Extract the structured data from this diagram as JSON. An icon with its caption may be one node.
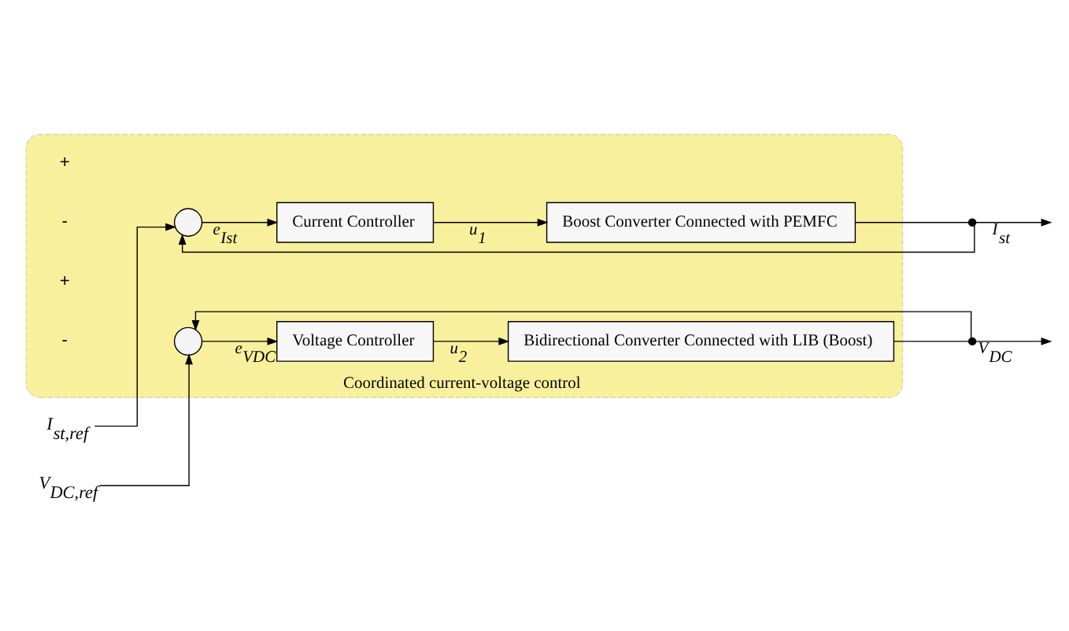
{
  "diagram": {
    "nodes": [
      {
        "text": [
          "Coordinated current-voltage control"
        ]
      },
      {
        "text": [
          "I$_{st,ref}$"
        ]
      },
      {
        "text": [],
        "shape": "circle",
        "in": 0
      },
      {
        "text": [
          "Current Controller"
        ],
        "in": 0
      },
      {
        "text": [
          "Boost Converter Connected with PEMFC"
        ],
        "in": 0
      },
      {
        "text": [],
        "shape": "dot"
      },
      {
        "text": [
          "V$_{DC,ref}$"
        ]
      },
      {
        "text": [],
        "shape": "circle",
        "in": 0
      },
      {
        "text": [
          "Voltage Controller"
        ],
        "in": 0
      },
      {
        "text": [
          "Bidirectional Converter Connected with LIB (Boost)"
        ],
        "in": 0
      },
      {
        "text": [],
        "shape": "dot"
      }
    ],
    "edges": [
      {
        "from": 1,
        "to": 2,
        "arrow": "to"
      },
      {
        "from": 2,
        "to": 3,
        "arrow": "to",
        "label": "e$_{Ist}$"
      },
      {
        "from": 3,
        "to": 4,
        "arrow": "to",
        "label": "u$_{1}$"
      },
      {
        "from": 4,
        "to": 5,
        "arrow": "none"
      },
      {
        "from": 5,
        "to": null,
        "arrow": "to",
        "label": "I$_{st}$"
      },
      {
        "from": 5,
        "to": 2,
        "arrow": "to"
      },
      {
        "from": 6,
        "to": 7,
        "arrow": "to"
      },
      {
        "from": 7,
        "to": 8,
        "arrow": "to",
        "label": "e$_{VDC}$"
      },
      {
        "from": 8,
        "to": 9,
        "arrow": "to",
        "label": "u$_{2}$"
      },
      {
        "from": 9,
        "to": 10,
        "arrow": "none"
      },
      {
        "from": 10,
        "to": null,
        "arrow": "to",
        "label": "V$_{DC}$"
      },
      {
        "from": 10,
        "to": 7,
        "arrow": "to"
      }
    ],
    "labels": [
      "+",
      "-",
      "+",
      "-"
    ]
  }
}
